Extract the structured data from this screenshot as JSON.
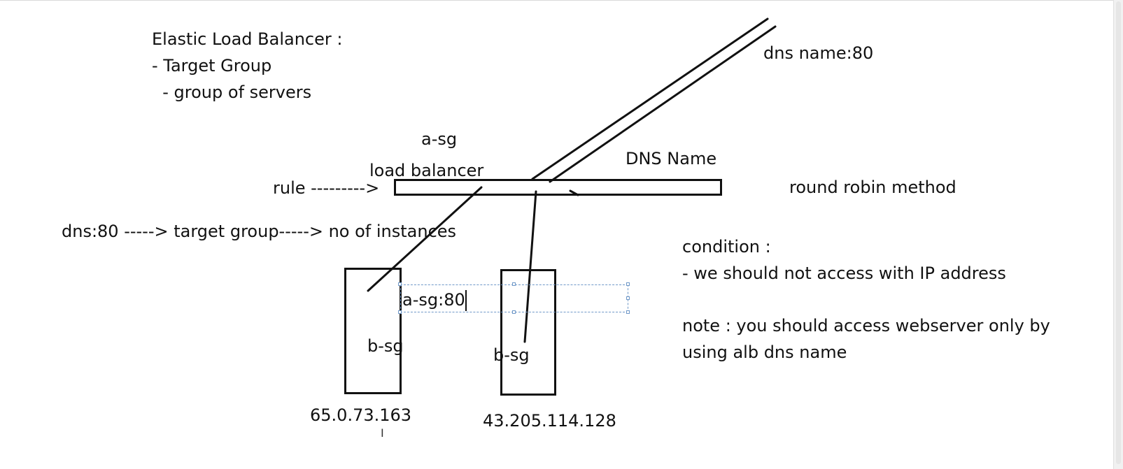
{
  "header": {
    "title": "Elastic Load Balancer :",
    "line1": "- Target Group",
    "line2": "  - group of servers"
  },
  "labels": {
    "dns_name_port": "dns name:80",
    "a_sg_top": "a-sg",
    "load_balancer": "load balancer",
    "dns_name": "DNS Name",
    "rule": "rule --------->",
    "round_robin": "round robin method",
    "flow": "dns:80 -----> target group-----> no of instances",
    "textbox_value": "a-sg:80",
    "b_sg_left": "b-sg",
    "b_sg_right": "b-sg",
    "ip_left": "65.0.73.163",
    "ip_right": "43.205.114.128"
  },
  "notes": {
    "condition": "condition :",
    "condition_item": "- we should not access with IP address",
    "note_line1": "note : you should access webserver only by",
    "note_line2": "using alb dns name"
  },
  "colors": {
    "ink": "#111111",
    "selection": "#6f98c8",
    "background": "#ffffff"
  }
}
